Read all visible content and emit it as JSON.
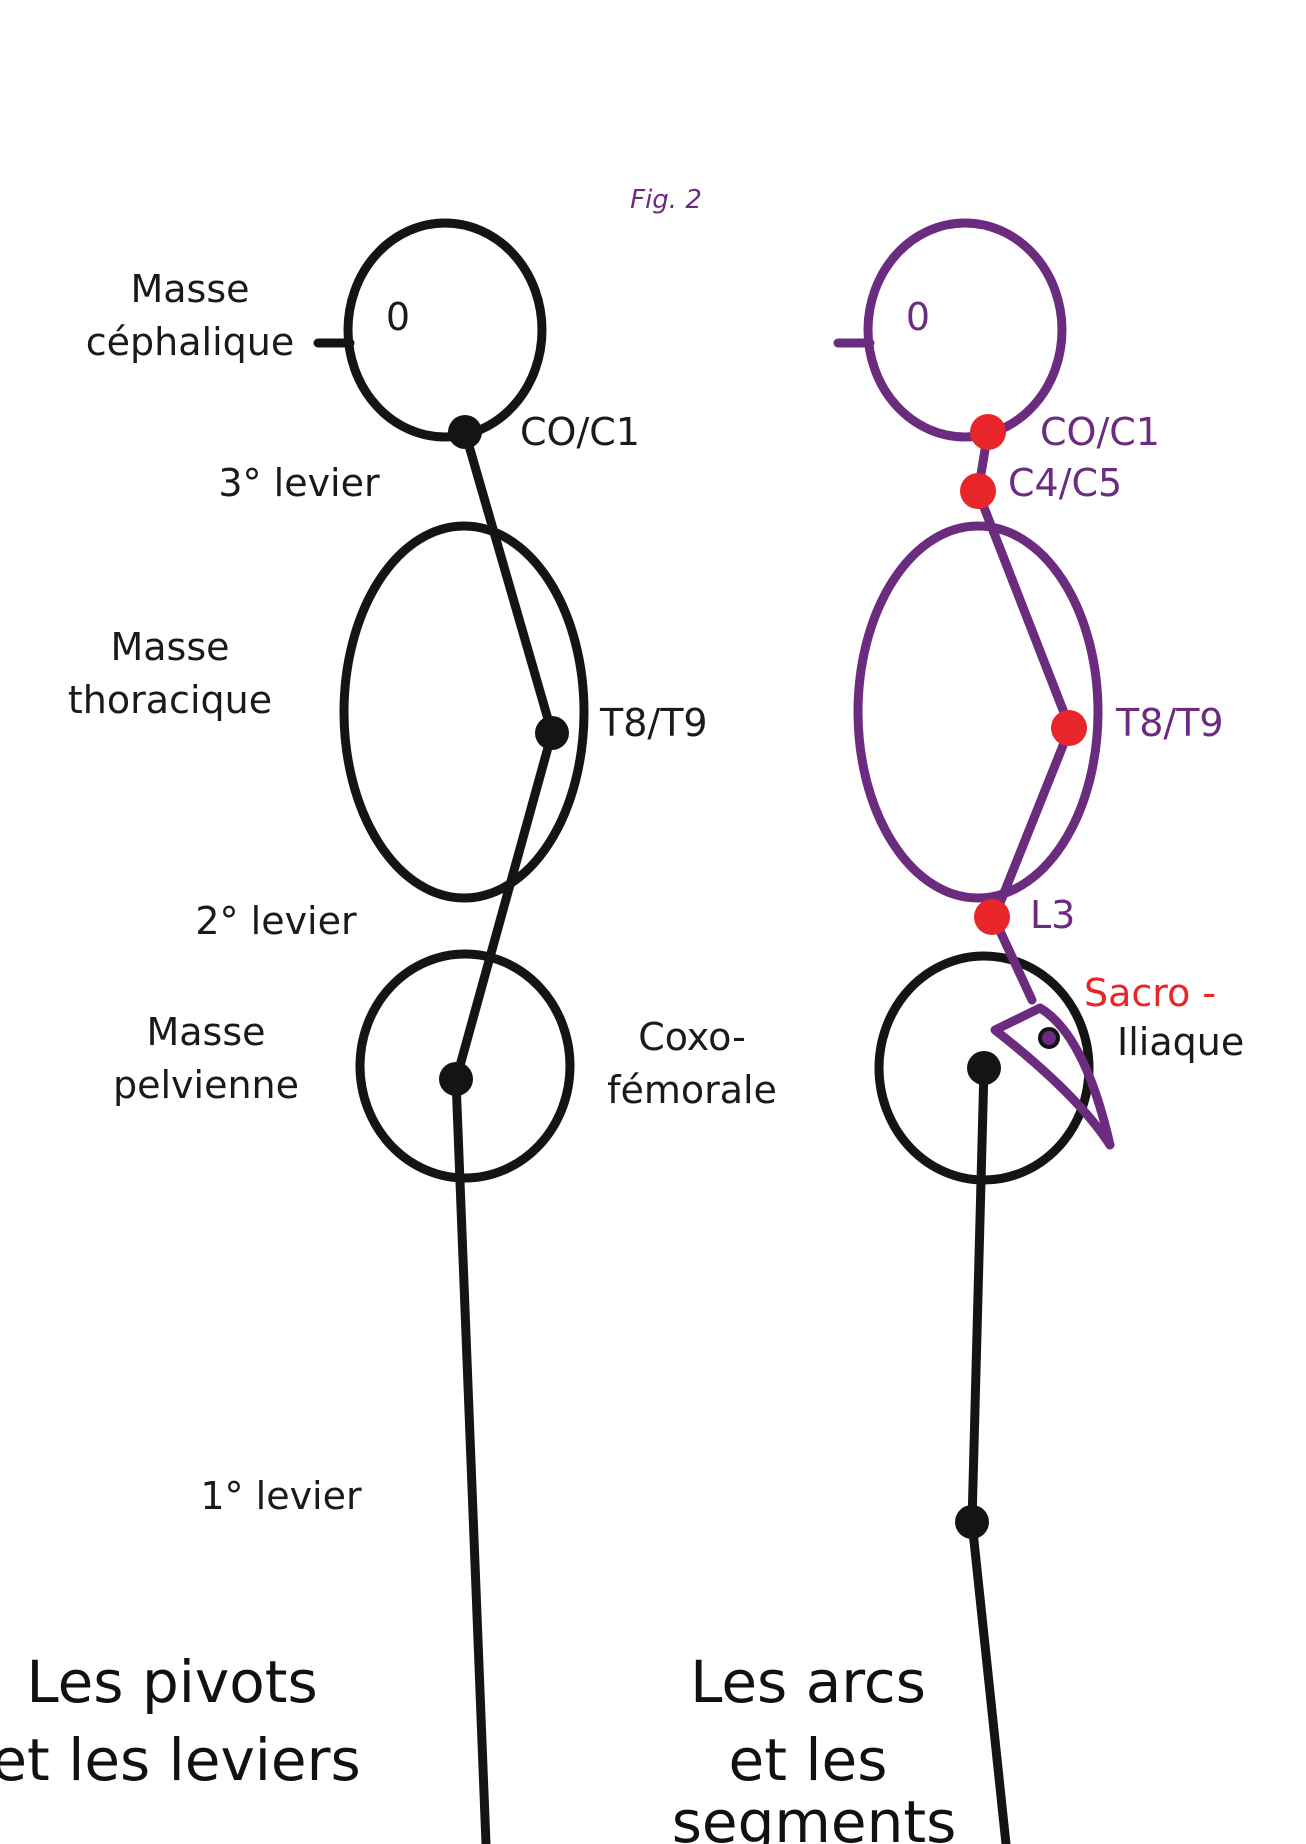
{
  "figure_label": "Fig. 2",
  "colors": {
    "black": "#141414",
    "purple": "#6b2c80",
    "red": "#e8262a"
  },
  "left": {
    "head_mark": "0",
    "masses": {
      "head": [
        "Masse",
        "céphalique"
      ],
      "thorax": [
        "Masse",
        "thoracique"
      ],
      "pelvis": [
        "Masse",
        "pelvienne"
      ]
    },
    "joints": {
      "co_c1": "CO/C1",
      "t8_t9": "T8/T9",
      "hip": [
        "Coxo-",
        "fémorale"
      ]
    },
    "levers": {
      "third": "3° levier",
      "second": "2° levier",
      "first": "1° levier"
    },
    "caption": [
      "Les pivots",
      "et les leviers"
    ]
  },
  "right": {
    "head_mark": "0",
    "joints": {
      "co_c1": "CO/C1",
      "c4_c5": "C4/C5",
      "t8_t9": "T8/T9",
      "l3": "L3",
      "sacro": "Sacro -",
      "iliaque": "Iliaque"
    },
    "caption": [
      "Les arcs",
      "et les",
      "segments"
    ]
  }
}
